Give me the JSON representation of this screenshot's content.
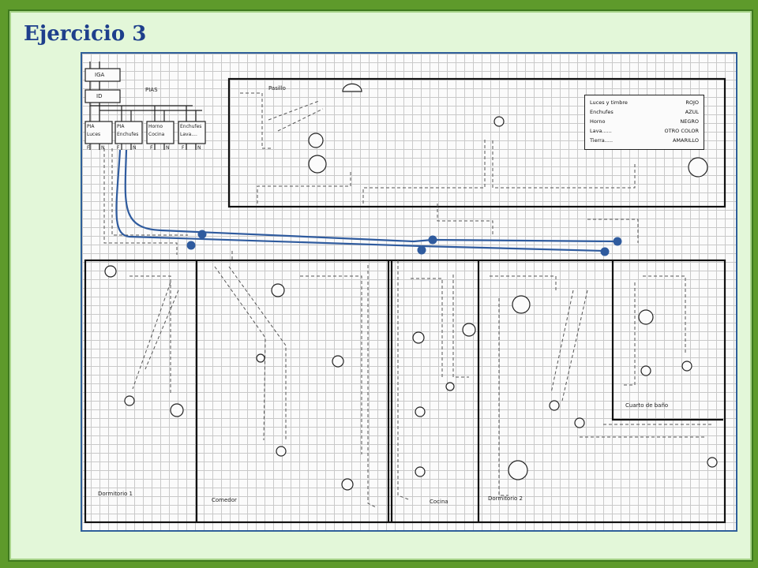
{
  "title": "Ejercicio 3",
  "panel": {
    "iga": "IGA",
    "id": "ID",
    "pias": "PIAS",
    "breakers": [
      {
        "line1": "PIA",
        "line2": "Luces"
      },
      {
        "line1": "PIA",
        "line2": "Enchufes"
      },
      {
        "line1": "Horno",
        "line2": "Cocina"
      },
      {
        "line1": "Enchufes",
        "line2": "Lava...."
      }
    ],
    "terminals": [
      "F",
      "N",
      "F",
      "N",
      "F",
      "N",
      "F",
      "N"
    ]
  },
  "rooms": {
    "pasillo": "Pasillo",
    "dormitorio1": "Dormitorio 1",
    "comedor": "Comedor",
    "cocina": "Cocina",
    "dormitorio2": "Dormitorio 2",
    "bano": "Cuarto de baño"
  },
  "legend": [
    {
      "label": "Luces y timbre",
      "color": "ROJO"
    },
    {
      "label": "Enchufes",
      "color": "AZUL"
    },
    {
      "label": "Horno",
      "color": "NEGRO"
    },
    {
      "label": "Lava......",
      "color": "OTRO COLOR"
    },
    {
      "label": "Tierra.....",
      "color": "AMARILLO"
    }
  ],
  "wire_color": "#2f5b9e",
  "accent_color": "#1e3f8c"
}
